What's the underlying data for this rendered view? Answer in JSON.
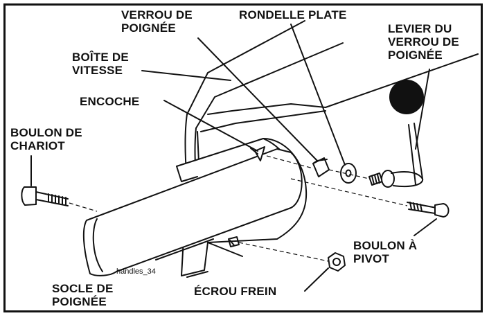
{
  "figure_id": "handles_34",
  "labels": {
    "handle_lock": [
      "VERROU DE",
      "POIGNÉE"
    ],
    "flat_washer": [
      "RONDELLE PLATE"
    ],
    "lock_lever": [
      "LEVIER DU",
      "VERROU DE",
      "POIGNÉE"
    ],
    "gearbox": [
      "BOÎTE DE",
      "VITESSE"
    ],
    "notch": [
      "ENCOCHE"
    ],
    "carriage_bolt": [
      "BOULON DE",
      "CHARIOT"
    ],
    "pivot_bolt": [
      "BOULON À",
      "PIVOT"
    ],
    "handle_base": [
      "SOCLE DE",
      "POIGNÉE"
    ],
    "lock_nut": [
      "ÉCROU FREIN"
    ]
  },
  "colors": {
    "ink": "#111111",
    "paper": "#ffffff"
  }
}
